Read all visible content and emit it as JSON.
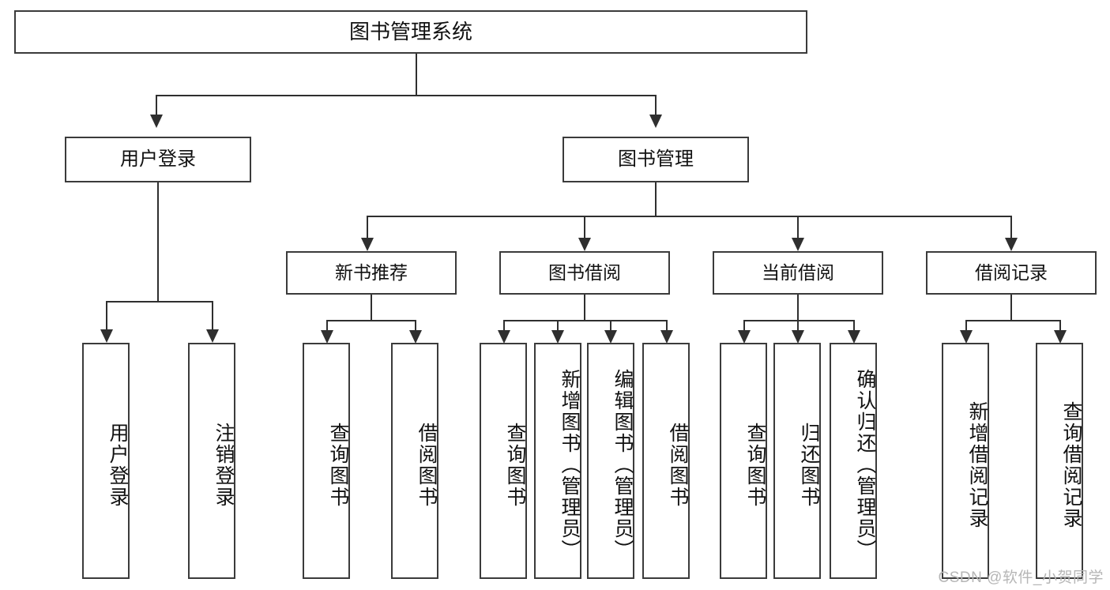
{
  "diagram": {
    "type": "tree",
    "title": "图书管理系统",
    "root": {
      "label": "图书管理系统"
    },
    "level2": [
      {
        "label": "用户登录"
      },
      {
        "label": "图书管理"
      }
    ],
    "level3": [
      {
        "label": "新书推荐"
      },
      {
        "label": "图书借阅"
      },
      {
        "label": "当前借阅"
      },
      {
        "label": "借阅记录"
      }
    ],
    "leaves": [
      {
        "label": "用户登录",
        "parent": "用户登录"
      },
      {
        "label": "注销登录",
        "parent": "用户登录"
      },
      {
        "label": "查询图书",
        "parent": "新书推荐"
      },
      {
        "label": "借阅图书",
        "parent": "新书推荐"
      },
      {
        "label": "查询图书",
        "parent": "图书借阅"
      },
      {
        "label": "新增图书（管理员）",
        "parent": "图书借阅"
      },
      {
        "label": "编辑图书（管理员）",
        "parent": "图书借阅"
      },
      {
        "label": "借阅图书",
        "parent": "图书借阅"
      },
      {
        "label": "查询图书",
        "parent": "当前借阅"
      },
      {
        "label": "归还图书",
        "parent": "当前借阅"
      },
      {
        "label": "确认归还（管理员）",
        "parent": "当前借阅"
      },
      {
        "label": "新增借阅记录",
        "parent": "借阅记录"
      },
      {
        "label": "查询借阅记录",
        "parent": "借阅记录"
      }
    ]
  },
  "watermark": {
    "text": "CSDN @软件_小贺同学"
  },
  "colors": {
    "border": "#3b3b3b",
    "line": "#2f2f2f",
    "background": "#ffffff",
    "text": "#111111",
    "watermark": "#b6b6b6"
  }
}
